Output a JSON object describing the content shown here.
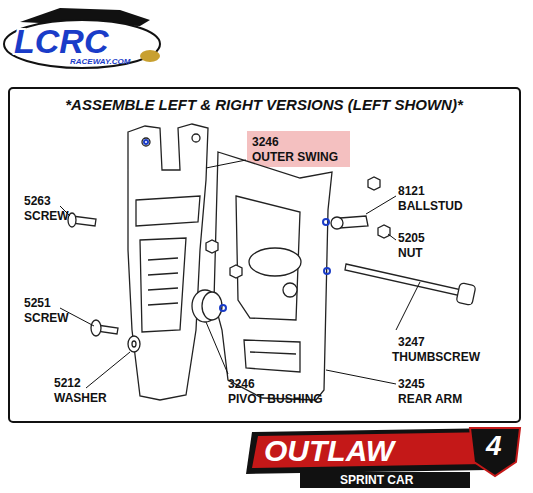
{
  "diagram": {
    "title": "*ASSEMBLE LEFT & RIGHT VERSIONS (LEFT SHOWN)*",
    "labels": [
      "3246",
      "OUTER SWING",
      "8121",
      "BALLSTUD",
      "5263",
      "SCREW",
      "5205",
      "NUT",
      "5251",
      "SCREW",
      "3247",
      "THUMBSCREW",
      "5212",
      "WASHER",
      "3246",
      "PIVOT BUSHING",
      "3245",
      "REAR ARM",
      "LCRC",
      "RACEWAY.COM",
      "OUTLAW",
      "4",
      "SPRINT CAR"
    ]
  }
}
